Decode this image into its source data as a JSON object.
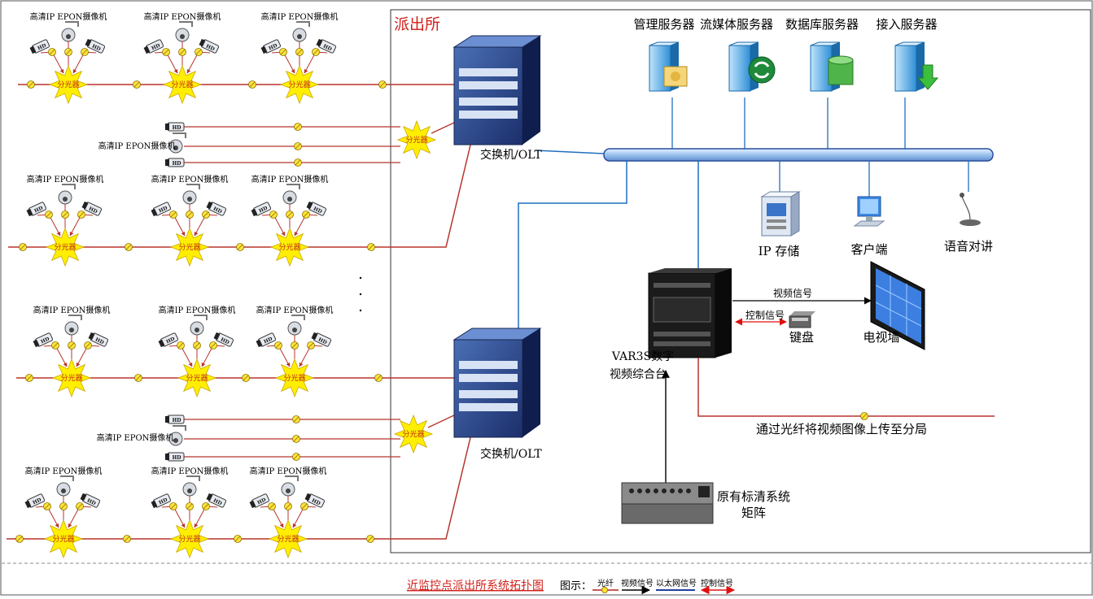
{
  "station_label": "派出所",
  "cam_group_label": "高清IP EPON摄像机",
  "splitter_label": "分光器",
  "hd_badge": "HD",
  "olt_label": "交换机/OLT",
  "servers": [
    {
      "label": "管理服务器",
      "icon": "management-server-icon"
    },
    {
      "label": "流媒体服务器",
      "icon": "streaming-server-icon"
    },
    {
      "label": "数据库服务器",
      "icon": "database-server-icon"
    },
    {
      "label": "接入服务器",
      "icon": "access-server-icon"
    }
  ],
  "ip_storage_label": "IP 存储",
  "client_label": "客户端",
  "intercom_label": "语音对讲",
  "var3s_label_1": "VAR3S数字",
  "var3s_label_2": "视频综合台",
  "video_signal_label": "视频信号",
  "control_signal_label": "控制信号",
  "keyboard_label": "键盘",
  "tv_wall_label": "电视墙",
  "upload_label": "通过光纤将视频图像上传至分局",
  "legacy_label_1": "原有标清系统",
  "legacy_label_2": "矩阵",
  "diagram_title": "近监控点派出所系统拓扑图",
  "legend_prefix": "图示：",
  "legend_items": [
    {
      "label": "光纤",
      "color": "#b22222"
    },
    {
      "label": "视频信号",
      "color": "#000000"
    },
    {
      "label": "以太网信号",
      "color": "#1f3fa0"
    },
    {
      "label": "控制信号",
      "color": "#e01010"
    }
  ],
  "colors": {
    "fiber": "#b8342c",
    "ethernet": "#1f6fbf",
    "title_red": "#d0201a",
    "splitter_star": "#ffee00",
    "bus": "#a8c8f0"
  }
}
